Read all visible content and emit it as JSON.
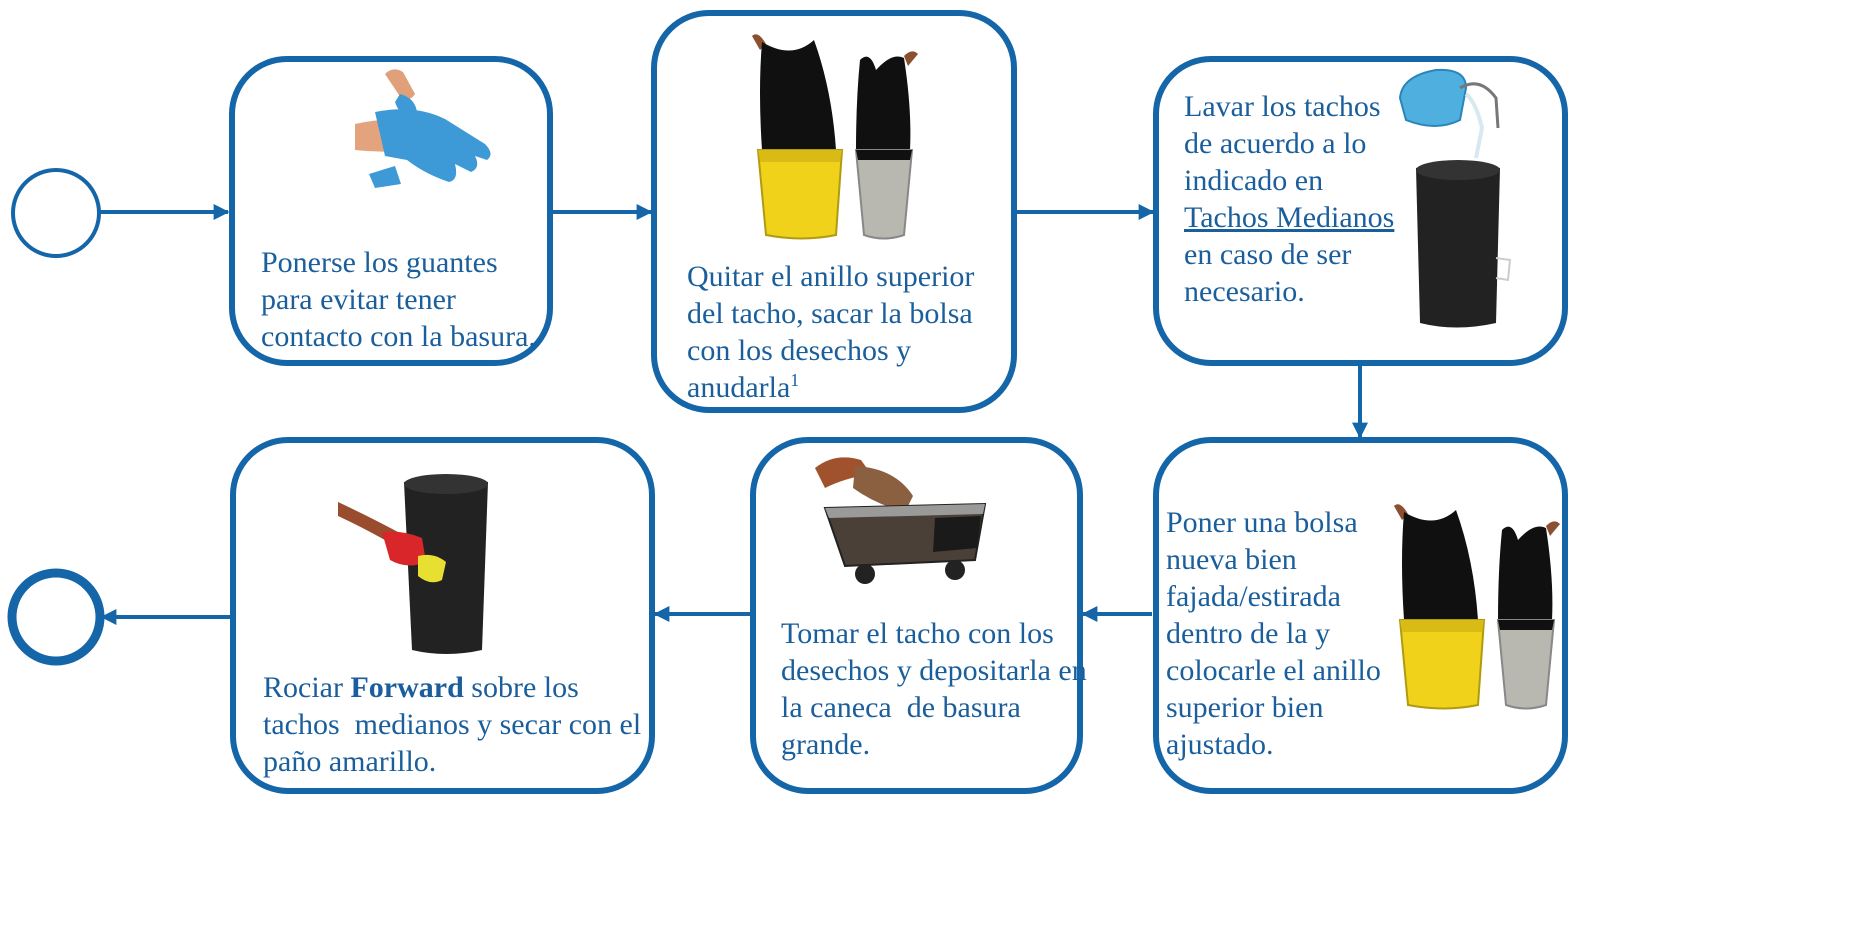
{
  "steps": {
    "s1": {
      "l1": "Ponerse los guantes",
      "l2": "para evitar tener",
      "l3": "contacto con la basura."
    },
    "s2": {
      "l1": "Quitar el anillo superior",
      "l2": "del tacho, sacar la bolsa",
      "l3": "con los desechos y",
      "l4": "anudarla",
      "footnote": "1"
    },
    "s3": {
      "l1": "Lavar los tachos",
      "l2": "de acuerdo a lo",
      "l3": "indicado en",
      "link": "Tachos Medianos",
      "l5": "en caso de ser",
      "l6": "necesario."
    },
    "s4": {
      "l1": "Poner una bolsa",
      "l2": "nueva bien",
      "l3": "fajada/estirada",
      "l4": "dentro de la y",
      "l5": "colocarle el anillo",
      "l6": "superior bien",
      "l7": "ajustado."
    },
    "s5": {
      "l1": "Tomar el tacho con los",
      "l2": "desechos y depositarla en",
      "l3": "la caneca  de basura",
      "l4": "grande."
    },
    "s6": {
      "pre": "Rociar ",
      "brand": "Forward",
      "post": " sobre los",
      "l2": "tachos  medianos y secar con el",
      "l3": "paño amarillo."
    }
  },
  "colors": {
    "accent": "#1565a9",
    "text": "#1a5e9c",
    "glove": "#3e9ad6",
    "bag": "#101010",
    "bin_yellow": "#f0d21a",
    "bin_grey": "#b8b8b0",
    "bin_black": "#222222",
    "cloth_red": "#d8262a",
    "sponge_yellow": "#e8e030"
  }
}
